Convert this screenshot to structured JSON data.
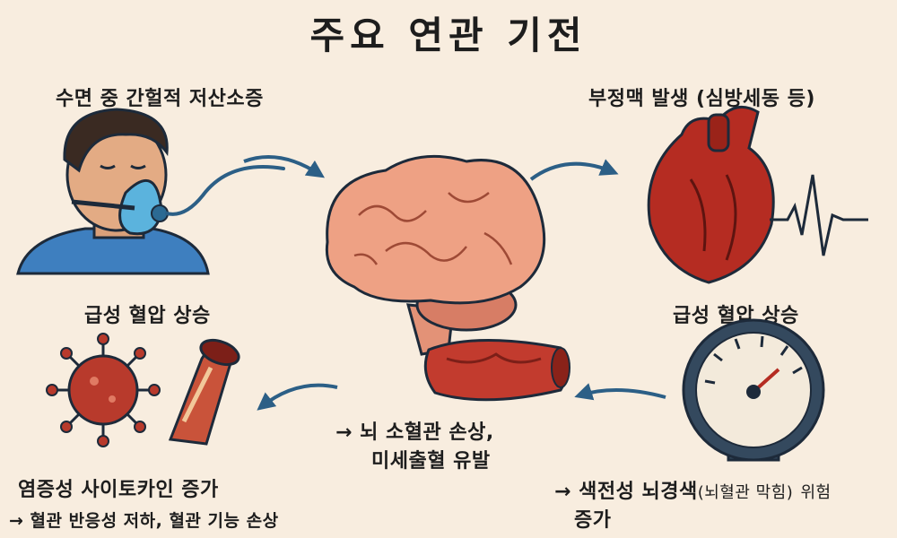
{
  "title": "주요 연관 기전",
  "labels": {
    "sleep_apnea": "수면 중 간헐적 저산소증",
    "arrhythmia": "부정맥 발생 (심방세동 등)",
    "bp_left": "급성 혈압 상승",
    "bp_right": "급성 혈압 상승",
    "small_vessel_line1": "→ 뇌 소혈관 손상,",
    "small_vessel_line2": "미세출혈 유발",
    "inflammation_title": "염증성 사이토카인 증가",
    "inflammation_sub": "→ 혈관 반응성 저하, 혈관 기능 손상",
    "stroke_risk_prefix": "→ 색전성 뇌경색",
    "stroke_risk_paren": "(뇌혈관 막힘)",
    "stroke_risk_suffix": "위험",
    "stroke_risk_line2": "증가"
  },
  "colors": {
    "background": "#f8eddf",
    "arrow": "#2c5f86",
    "brain": "#eea184",
    "heart": "#b52c22",
    "mask": "#4fa8d6",
    "virus": "#b83a2c",
    "gauge_rim": "#34495e"
  },
  "icons": [
    "person-with-cpap-mask-icon",
    "brain-icon",
    "heart-icon",
    "ecg-line-icon",
    "blood-vessel-icon",
    "virus-icon",
    "pressure-gauge-icon"
  ]
}
